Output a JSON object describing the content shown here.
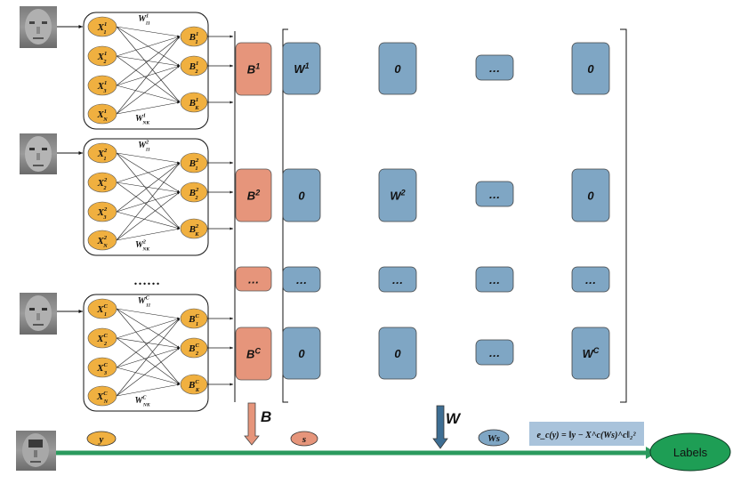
{
  "colors": {
    "node_orange": "#F0B040",
    "b_box": "#E6957B",
    "w_box": "#7FA6C4",
    "green_arrow": "#2B9A5E",
    "labels_ellipse": "#1E9E55",
    "formula_bg": "#A9C3DB",
    "border_dark": "#333333"
  },
  "icons": [
    "face-thumbnail-icon"
  ],
  "networks": [
    {
      "inputs": [
        {
          "base": "X",
          "sup": "1",
          "sub": "1"
        },
        {
          "base": "X",
          "sup": "1",
          "sub": "2"
        },
        {
          "base": "X",
          "sup": "1",
          "sub": "3"
        },
        {
          "base": "X",
          "sup": "1",
          "sub": "N"
        }
      ],
      "outputs": [
        {
          "base": "B",
          "sup": "1",
          "sub": "1"
        },
        {
          "base": "B",
          "sup": "1",
          "sub": "2"
        },
        {
          "base": "B",
          "sup": "1",
          "sub": "K"
        }
      ],
      "weight_top": {
        "base": "W",
        "sup": "1",
        "sub": "11"
      },
      "weight_bottom": {
        "base": "W",
        "sup": "1",
        "sub": "NK"
      }
    },
    {
      "inputs": [
        {
          "base": "X",
          "sup": "2",
          "sub": "1"
        },
        {
          "base": "X",
          "sup": "2",
          "sub": "2"
        },
        {
          "base": "X",
          "sup": "2",
          "sub": "3"
        },
        {
          "base": "X",
          "sup": "2",
          "sub": "N"
        }
      ],
      "outputs": [
        {
          "base": "B",
          "sup": "2",
          "sub": "1"
        },
        {
          "base": "B",
          "sup": "2",
          "sub": "2"
        },
        {
          "base": "B",
          "sup": "2",
          "sub": "K"
        }
      ],
      "weight_top": {
        "base": "W",
        "sup": "2",
        "sub": "11"
      },
      "weight_bottom": {
        "base": "W",
        "sup": "2",
        "sub": "NK"
      }
    },
    {
      "inputs": [
        {
          "base": "X",
          "sup": "C",
          "sub": "1"
        },
        {
          "base": "X",
          "sup": "C",
          "sub": "2"
        },
        {
          "base": "X",
          "sup": "C",
          "sub": "3"
        },
        {
          "base": "X",
          "sup": "C",
          "sub": "N"
        }
      ],
      "outputs": [
        {
          "base": "B",
          "sup": "C",
          "sub": "1"
        },
        {
          "base": "B",
          "sup": "C",
          "sub": "2"
        },
        {
          "base": "B",
          "sup": "C",
          "sub": "K"
        }
      ],
      "weight_top": {
        "base": "W",
        "sup": "C",
        "sub": "11"
      },
      "weight_bottom": {
        "base": "W",
        "sup": "C",
        "sub": "NK"
      }
    }
  ],
  "network_ellipsis": "……",
  "b_column": [
    {
      "base": "B",
      "sup": "1"
    },
    {
      "base": "B",
      "sup": "2"
    },
    {
      "base": "…",
      "sup": ""
    },
    {
      "base": "B",
      "sup": "C"
    }
  ],
  "w_matrix": [
    [
      {
        "base": "W",
        "sup": "1"
      },
      {
        "base": "0",
        "sup": ""
      },
      {
        "base": "…",
        "sup": ""
      },
      {
        "base": "0",
        "sup": ""
      }
    ],
    [
      {
        "base": "0",
        "sup": ""
      },
      {
        "base": "W",
        "sup": "2"
      },
      {
        "base": "…",
        "sup": ""
      },
      {
        "base": "0",
        "sup": ""
      }
    ],
    [
      {
        "base": "…",
        "sup": ""
      },
      {
        "base": "…",
        "sup": ""
      },
      {
        "base": "…",
        "sup": ""
      },
      {
        "base": "…",
        "sup": ""
      }
    ],
    [
      {
        "base": "0",
        "sup": ""
      },
      {
        "base": "0",
        "sup": ""
      },
      {
        "base": "…",
        "sup": ""
      },
      {
        "base": "W",
        "sup": "C"
      }
    ]
  ],
  "arrow_B_label": "B",
  "arrow_W_label": "W",
  "y_label": "y",
  "s_label": "s",
  "ws_label": "Ws",
  "formula": "e_c(y) = ‖y − X^c(Ws)^c‖₂²",
  "labels_text": "Labels"
}
